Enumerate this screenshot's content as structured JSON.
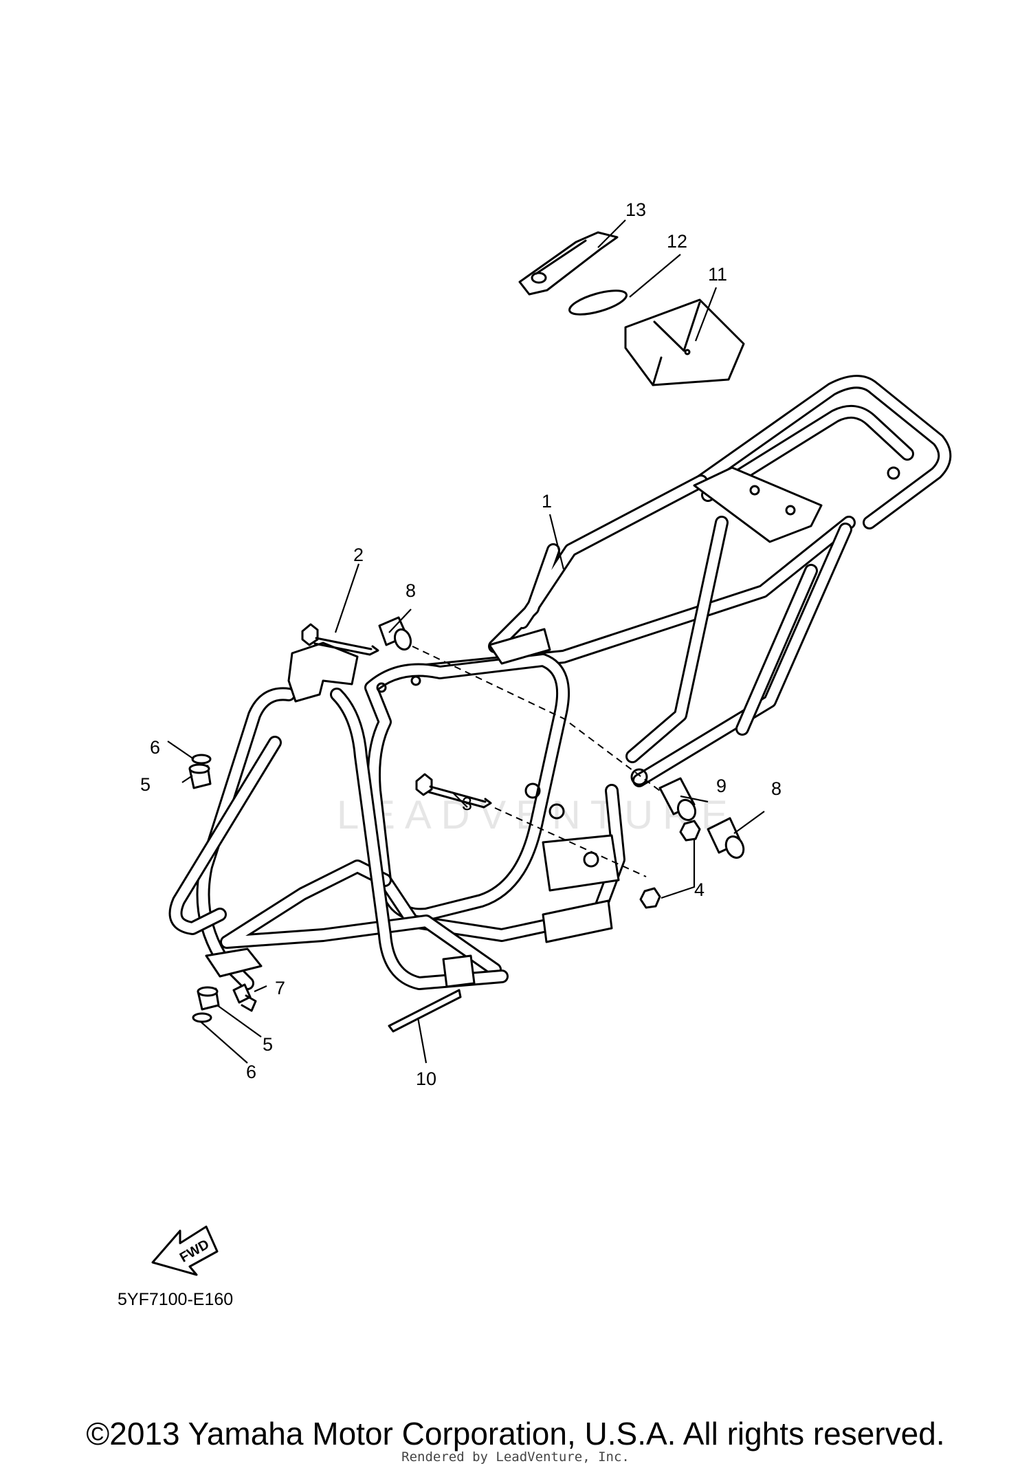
{
  "diagram": {
    "callouts": [
      "1",
      "2",
      "3",
      "4",
      "5",
      "6",
      "7",
      "8",
      "9",
      "10",
      "11",
      "12",
      "13"
    ],
    "fwd_label": "FWD",
    "watermark": "LEADVENTURE",
    "code": "5YF7100-E160"
  },
  "footer": {
    "copyright": "©2013 Yamaha Motor Corporation, U.S.A. All rights reserved.",
    "rendered_by": "Rendered by LeadVenture, Inc."
  }
}
